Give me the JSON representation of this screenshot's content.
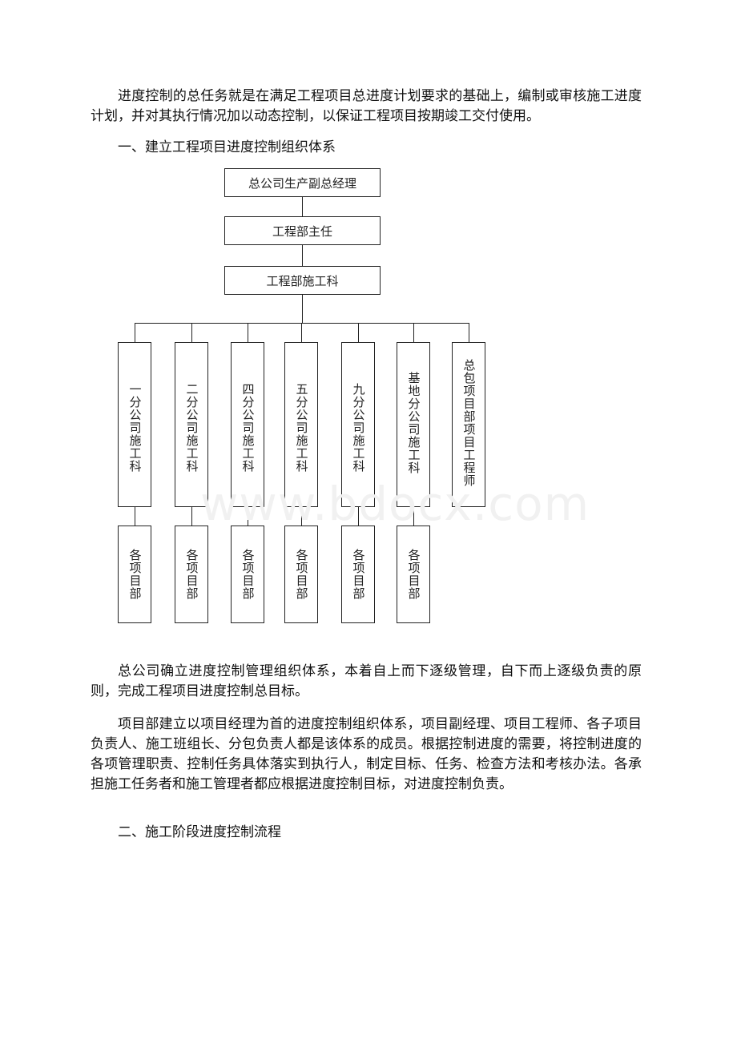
{
  "paragraphs": {
    "intro": "进度控制的总任务就是在满足工程项目总进度计划要求的基础上，编制或审核施工进度计划，并对其执行情况加以动态控制，以保证工程项目按期竣工交付使用。",
    "heading1": "一、建立工程项目进度控制组织体系",
    "p2": "总公司确立进度控制管理组织体系，本着自上而下逐级管理，自下而上逐级负责的原则，完成工程项目进度控制总目标。",
    "p3": "项目部建立以项目经理为首的进度控制组织体系，项目副经理、项目工程师、各子项目负责人、施工班组长、分包负责人都是该体系的成员。根据控制进度的需要，将控制进度的各项管理职责、控制任务具体落实到执行人，制定目标、任务、检查方法和考核办法。各承担施工任务者和施工管理者都应根据进度控制目标，对进度控制负责。",
    "heading2": "二、施工阶段进度控制流程"
  },
  "org_chart": {
    "level1": "总公司生产副总经理",
    "level2": "工程部主任",
    "level3": "工程部施工科",
    "branches": [
      "一分公司施工科",
      "二分公司施工科",
      "四分公司施工科",
      "五分公司施工科",
      "九分公司施工科",
      "基地分公司施工科",
      "总包项目部项目工程师"
    ],
    "project_unit": "各项目部"
  },
  "watermark": "www.bdocx.com"
}
